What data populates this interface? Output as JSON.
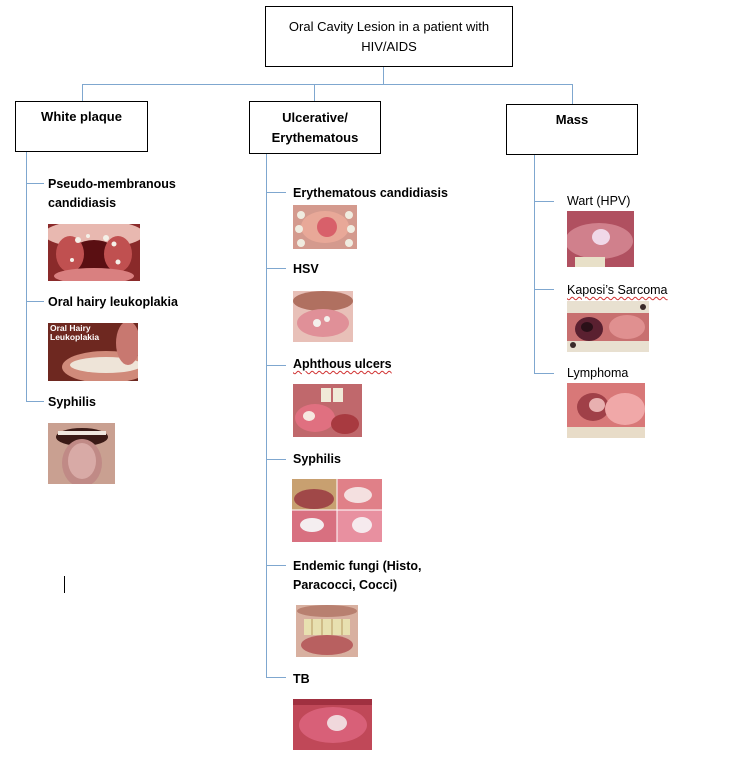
{
  "root": {
    "line1": "Oral Cavity Lesion in a patient with",
    "line2": "HIV/AIDS"
  },
  "categories": {
    "white": {
      "label": "White plaque"
    },
    "ulcer": {
      "line1": "Ulcerative/",
      "line2": "Erythematous"
    },
    "mass": {
      "label": "Mass"
    }
  },
  "white_items": {
    "pseudo_line1": "Pseudo-membranous",
    "pseudo_line2": "candidiasis",
    "ohl": "Oral hairy leukoplakia",
    "syphilis": "Syphilis",
    "ohl_image_title_line1": "Oral Hairy",
    "ohl_image_title_line2": "Leukoplakia"
  },
  "ulcer_items": {
    "erythematous": "Erythematous candidiasis",
    "hsv": "HSV",
    "aphthous": "Aphthous ulcers",
    "syphilis": "Syphilis",
    "endemic_line1": "Endemic fungi (Histo,",
    "endemic_line2": "Paracocci, Cocci)",
    "tb": "TB"
  },
  "mass_items": {
    "wart": "Wart (HPV)",
    "kaposi": "Kaposi’s Sarcoma",
    "lymphoma": "Lymphoma"
  },
  "colors": {
    "connector": "#7fa7cf",
    "spellcheck": "#d03030"
  }
}
